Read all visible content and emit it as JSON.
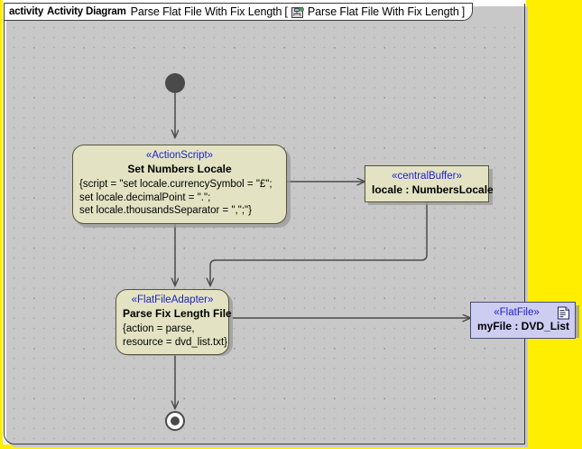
{
  "frame": {
    "keyword": "activity",
    "type_label": "Activity Diagram",
    "name": "Parse Flat File With Fix Length",
    "bracket_open": "[",
    "reference_icon": "activity-diagram-icon",
    "reference_name": "Parse Flat File With Fix Length",
    "bracket_close": "]"
  },
  "colors": {
    "backdrop_yellow": "#ffee00",
    "action_fill": "#e3e3c4",
    "action_border": "#55553c",
    "object_fill": "#cdcdf2",
    "object_border": "#4a4a7a",
    "stereotype_text": "#2020cc",
    "edge": "#4a4a4a",
    "page_white": "#ffffff"
  },
  "nodes": {
    "initial": {
      "name": "initial-node",
      "shape": "filled-circle"
    },
    "set_numbers_locale": {
      "stereotype": "«ActionScript»",
      "name": "Set Numbers Locale",
      "body_lines": [
        "{script = \"set locale.currencySymbol = \"£\";",
        "set locale.decimalPoint = \".\";",
        "set locale.thousandsSeparator = \",\";\"}"
      ]
    },
    "locale_buffer": {
      "stereotype": "«centralBuffer»",
      "name": "locale : NumbersLocale"
    },
    "parse_fix_length_file": {
      "stereotype": "«FlatFileAdapter»",
      "name": "Parse Fix Length File",
      "body_lines": [
        "{action = parse,",
        "resource = dvd_list.txt}"
      ]
    },
    "my_file": {
      "stereotype": "«FlatFile»",
      "name": "myFile : DVD_List",
      "icon": "artifact-document-icon"
    },
    "final": {
      "name": "activity-final-node",
      "shape": "circle-with-filled-dot"
    }
  },
  "edges": [
    {
      "name": "initial-to-set-locale",
      "from": "initial",
      "to": "set_numbers_locale"
    },
    {
      "name": "set-locale-to-buffer",
      "from": "set_numbers_locale",
      "to": "locale_buffer"
    },
    {
      "name": "set-locale-to-parse",
      "from": "set_numbers_locale",
      "to": "parse_fix_length_file"
    },
    {
      "name": "buffer-to-parse",
      "from": "locale_buffer",
      "to": "parse_fix_length_file"
    },
    {
      "name": "parse-to-myfile",
      "from": "parse_fix_length_file",
      "to": "my_file"
    },
    {
      "name": "parse-to-final",
      "from": "parse_fix_length_file",
      "to": "final"
    }
  ]
}
